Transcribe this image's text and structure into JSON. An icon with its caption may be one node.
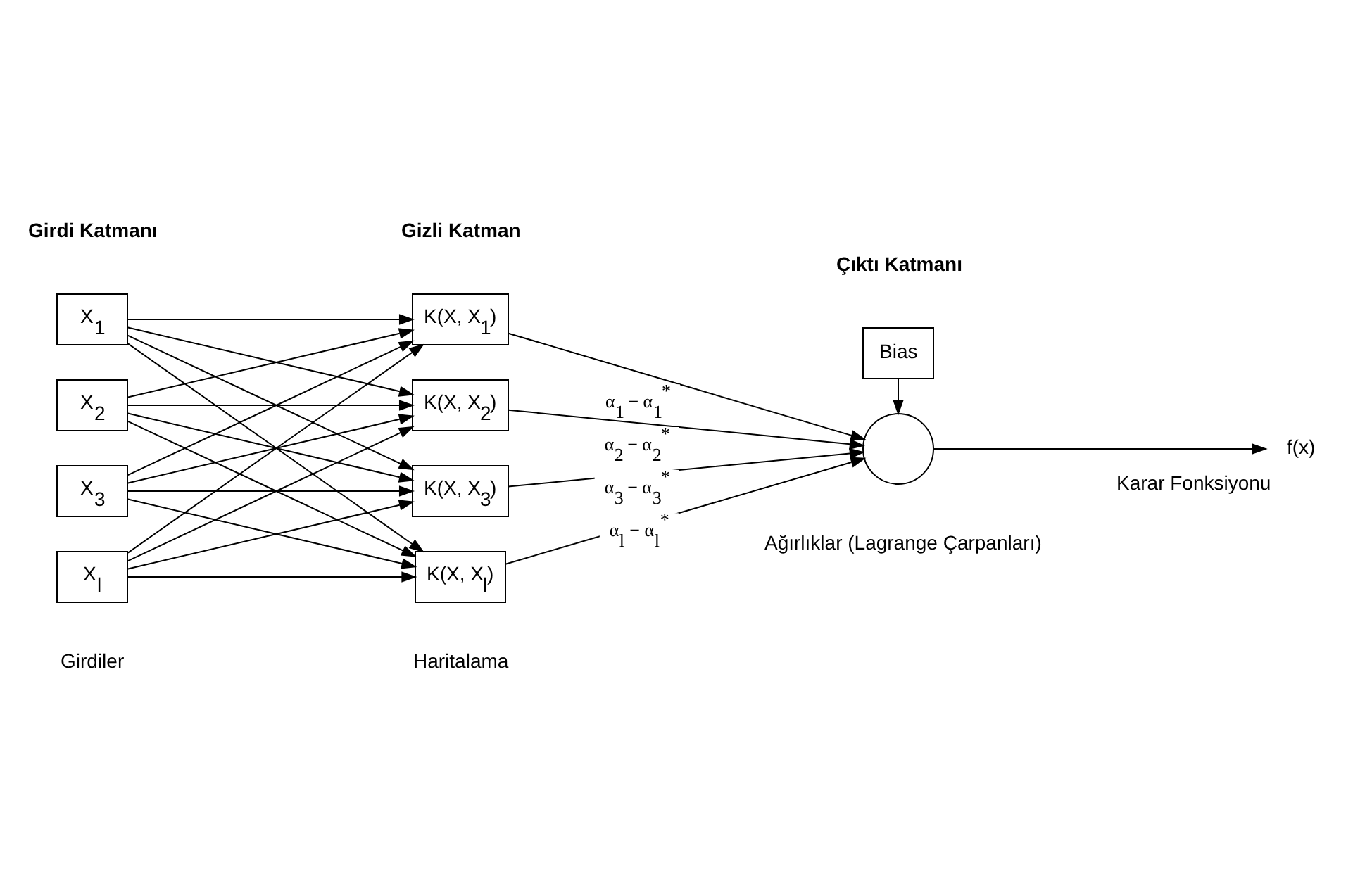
{
  "diagram": {
    "nodes": [
      {
        "text": [
          "X$_{1}$"
        ]
      },
      {
        "text": [
          "X$_{2}$"
        ]
      },
      {
        "text": [
          "X$_{3}$"
        ]
      },
      {
        "text": [
          "X$_{l}$"
        ]
      },
      {
        "text": [
          "K(X, X$_{1}$)"
        ]
      },
      {
        "text": [
          "K(X, X$_{2}$)"
        ]
      },
      {
        "text": [
          "K(X, X$_{3}$)"
        ]
      },
      {
        "text": [
          "K(X, X$_{l}$)"
        ]
      },
      {
        "text": [
          "Bias"
        ]
      },
      {
        "text": [],
        "shape": "circle"
      },
      {
        "text": [
          "f(x)"
        ],
        "beside": [
          "Karar Fonksiyonu"
        ]
      }
    ],
    "edges": [
      {
        "from": 0,
        "to": 4,
        "arrow": "to"
      },
      {
        "from": 0,
        "to": 5,
        "arrow": "to"
      },
      {
        "from": 0,
        "to": 6,
        "arrow": "to"
      },
      {
        "from": 0,
        "to": 7,
        "arrow": "to"
      },
      {
        "from": 1,
        "to": 4,
        "arrow": "to"
      },
      {
        "from": 1,
        "to": 5,
        "arrow": "to"
      },
      {
        "from": 1,
        "to": 6,
        "arrow": "to"
      },
      {
        "from": 1,
        "to": 7,
        "arrow": "to"
      },
      {
        "from": 2,
        "to": 4,
        "arrow": "to"
      },
      {
        "from": 2,
        "to": 5,
        "arrow": "to"
      },
      {
        "from": 2,
        "to": 6,
        "arrow": "to"
      },
      {
        "from": 2,
        "to": 7,
        "arrow": "to"
      },
      {
        "from": 3,
        "to": 4,
        "arrow": "to"
      },
      {
        "from": 3,
        "to": 5,
        "arrow": "to"
      },
      {
        "from": 3,
        "to": 6,
        "arrow": "to"
      },
      {
        "from": 3,
        "to": 7,
        "arrow": "to"
      },
      {
        "from": 4,
        "to": 9,
        "arrow": "to",
        "label": "α$_{1}$ − α$_{1}$$^{*}$"
      },
      {
        "from": 5,
        "to": 9,
        "arrow": "to",
        "label": "α$_{2}$ − α$_{2}$$^{*}$"
      },
      {
        "from": 6,
        "to": 9,
        "arrow": "to",
        "label": "α$_{3}$ − α$_{3}$$^{*}$"
      },
      {
        "from": 7,
        "to": 9,
        "arrow": "to",
        "label": "α$_{l}$ − α$_{l}$$^{*}$"
      },
      {
        "from": 8,
        "to": 9,
        "arrow": "to"
      },
      {
        "from": 9,
        "to": 10,
        "arrow": "to"
      }
    ],
    "labels": [
      "Girdi Katmanı",
      "Gizli Katman",
      "Çıktı Katmanı",
      "Girdiler",
      "Haritalama",
      "Ağırlıklar (Lagrange Çarpanları)"
    ]
  }
}
